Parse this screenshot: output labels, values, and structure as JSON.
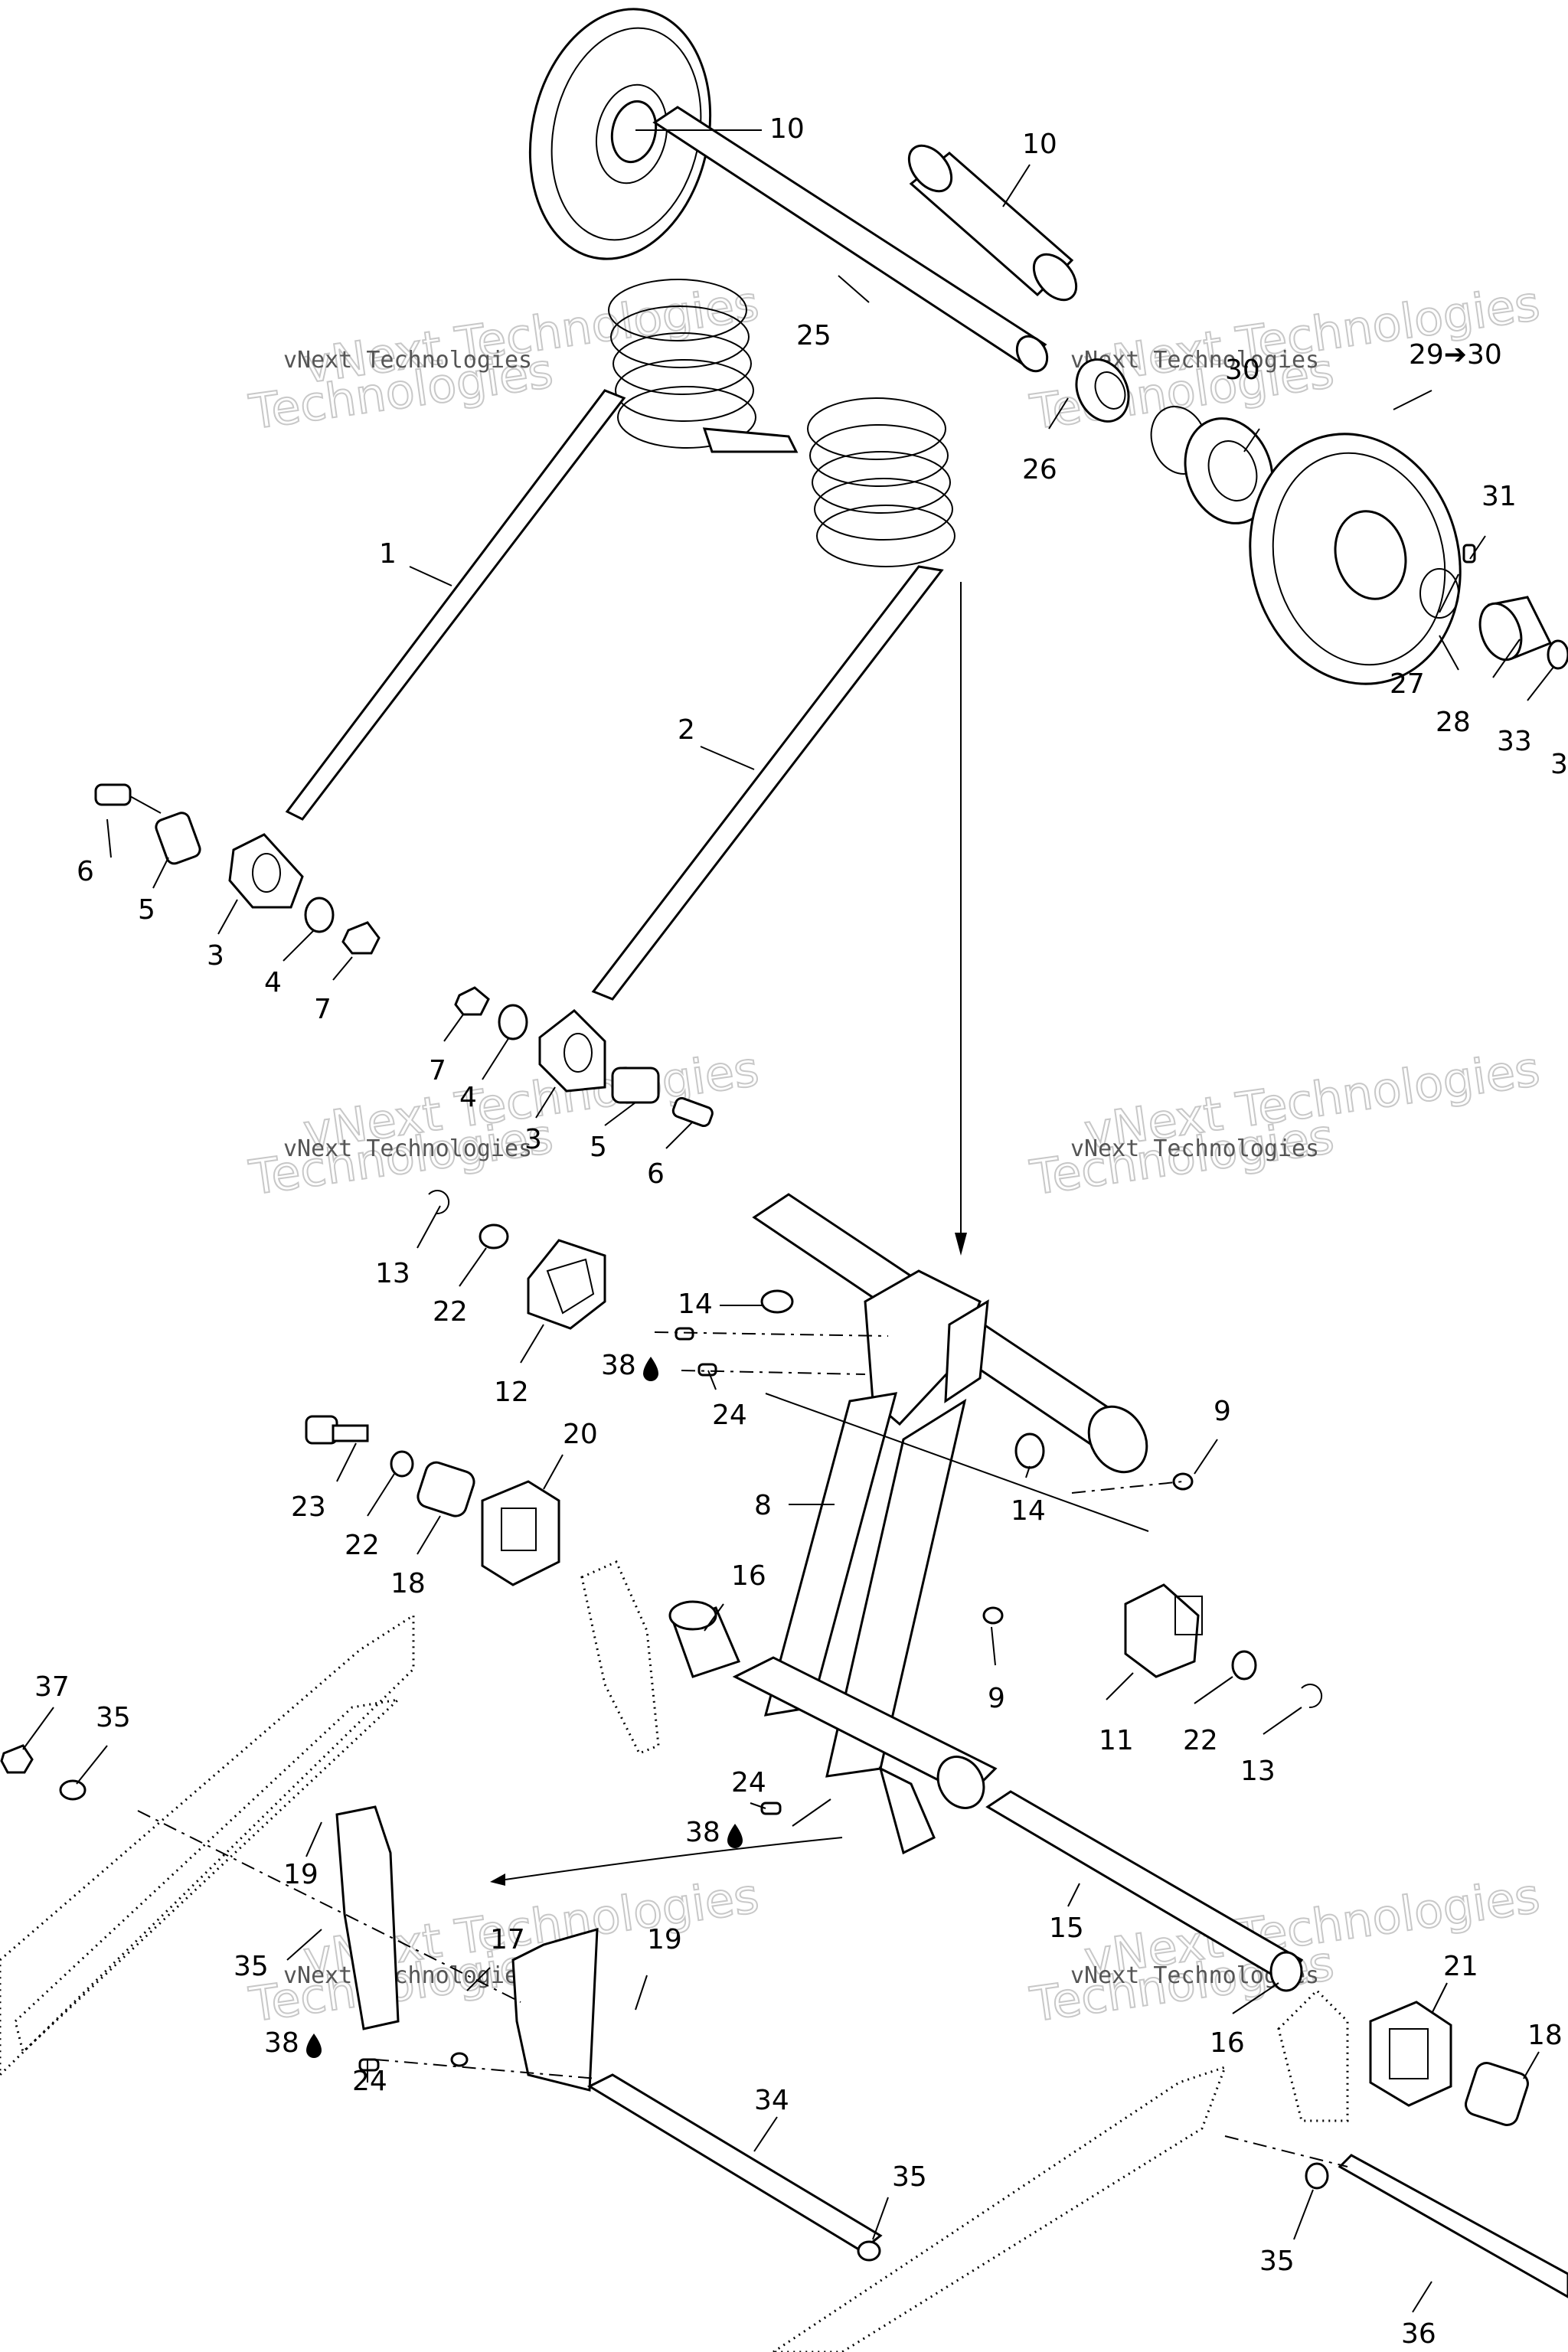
{
  "watermark": {
    "line1": "vNext Technologies",
    "line2": "Technologies"
  },
  "callouts": {
    "c1": "1",
    "c2": "2",
    "c3a": "3",
    "c3b": "3",
    "c4a": "4",
    "c4b": "4",
    "c5a": "5",
    "c5b": "5",
    "c6a": "6",
    "c6b": "6",
    "c7a": "7",
    "c7b": "7",
    "c8": "8",
    "c9a": "9",
    "c9b": "9",
    "c10a": "10",
    "c10b": "10",
    "c11": "11",
    "c12": "12",
    "c13a": "13",
    "c13b": "13",
    "c14a": "14",
    "c14b": "14",
    "c15": "15",
    "c16a": "16",
    "c16b": "16",
    "c17": "17",
    "c18a": "18",
    "c18b": "18",
    "c19a": "19",
    "c19b": "19",
    "c20": "20",
    "c21": "21",
    "c22a": "22",
    "c22b": "22",
    "c22c": "22",
    "c23": "23",
    "c24a": "24",
    "c24b": "24",
    "c24c": "24",
    "c25": "25",
    "c26": "26",
    "c27": "27",
    "c28": "28",
    "c29": "29➔30",
    "c30": "30",
    "c31": "31",
    "c33": "33",
    "c3x": "3",
    "c34": "34",
    "c35a": "35",
    "c35b": "35",
    "c35c": "35",
    "c35d": "35",
    "c36": "36",
    "c37": "37",
    "c38a": "38",
    "c38b": "38",
    "c38c": "38"
  }
}
